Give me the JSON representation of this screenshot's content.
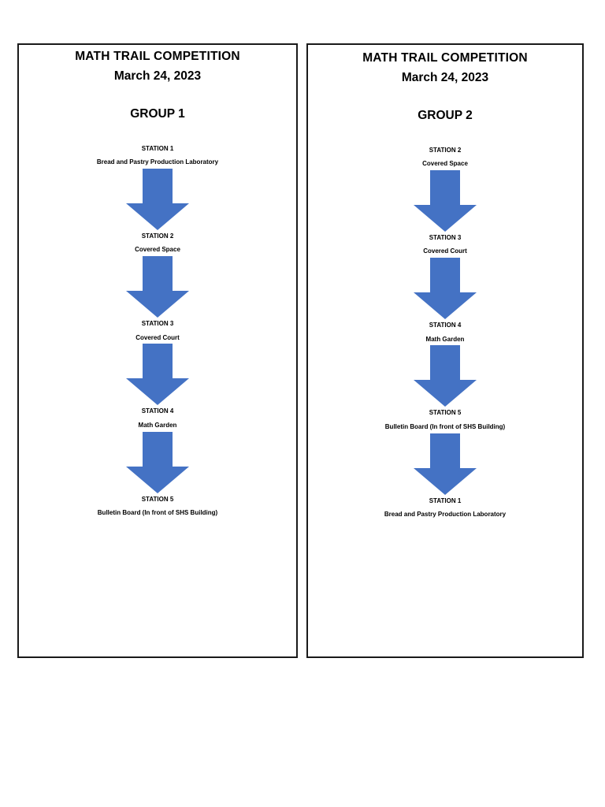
{
  "document": {
    "title": "Math Trail Competition Station Rotation",
    "background_color": "#ffffff",
    "arrow_color": "#4472C4",
    "border_color": "#1a1a1a",
    "text_color": "#000000"
  },
  "panels": [
    {
      "header": {
        "title": "MATH TRAIL COMPETITION",
        "date": "March 24, 2023",
        "group": "GROUP 1"
      },
      "stations": [
        {
          "title": "STATION 1",
          "place": "Bread and Pastry Production Laboratory"
        },
        {
          "title": "STATION 2",
          "place": "Covered Space"
        },
        {
          "title": "STATION 3",
          "place": "Covered Court"
        },
        {
          "title": "STATION 4",
          "place": "Math Garden"
        },
        {
          "title": "STATION 5",
          "place": "Bulletin Board (In front of SHS Building)"
        }
      ],
      "arrow_icon": "down-arrow-icon"
    },
    {
      "header": {
        "title": "MATH TRAIL COMPETITION",
        "date": "March 24, 2023",
        "group": "GROUP 2"
      },
      "stations": [
        {
          "title": "STATION 2",
          "place": "Covered Space"
        },
        {
          "title": "STATION 3",
          "place": "Covered Court"
        },
        {
          "title": "STATION 4",
          "place": "Math Garden"
        },
        {
          "title": "STATION 5",
          "place": "Bulletin Board (In front of SHS Building)"
        },
        {
          "title": "STATION 1",
          "place": "Bread and Pastry Production Laboratory"
        }
      ],
      "arrow_icon": "down-arrow-icon"
    }
  ]
}
